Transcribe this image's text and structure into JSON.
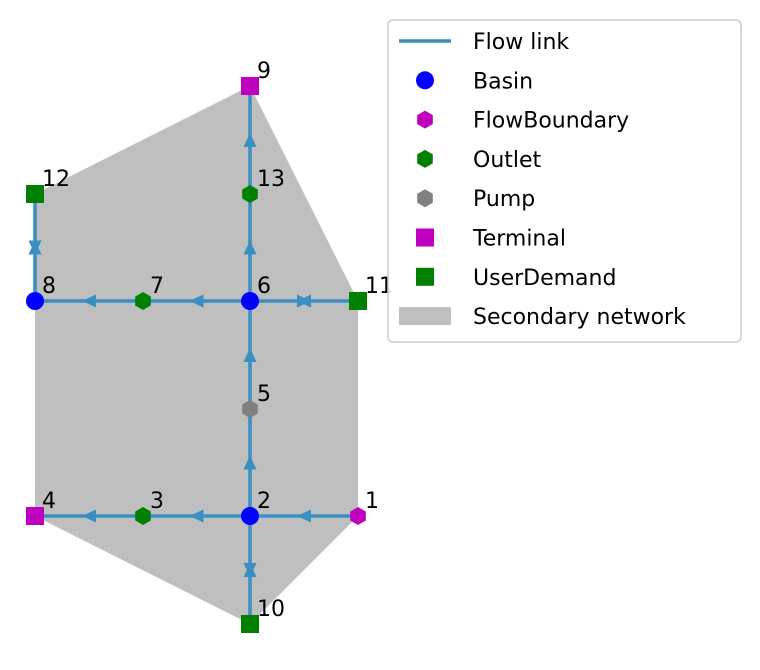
{
  "colors": {
    "flow_link": "#3a8fc2",
    "basin": "#0000ff",
    "flow_boundary": "#bf00bf",
    "outlet": "#008000",
    "pump": "#808080",
    "terminal": "#bf00bf",
    "user_demand": "#008000",
    "secondary_network": "#bfbfbf"
  },
  "nodes": [
    {
      "id": "1",
      "label": "1",
      "type": "FlowBoundary"
    },
    {
      "id": "2",
      "label": "2",
      "type": "Basin"
    },
    {
      "id": "3",
      "label": "3",
      "type": "Outlet"
    },
    {
      "id": "4",
      "label": "4",
      "type": "Terminal"
    },
    {
      "id": "5",
      "label": "5",
      "type": "Pump"
    },
    {
      "id": "6",
      "label": "6",
      "type": "Basin"
    },
    {
      "id": "7",
      "label": "7",
      "type": "Outlet"
    },
    {
      "id": "8",
      "label": "8",
      "type": "Basin"
    },
    {
      "id": "9",
      "label": "9",
      "type": "Terminal"
    },
    {
      "id": "10",
      "label": "10",
      "type": "UserDemand"
    },
    {
      "id": "11",
      "label": "11",
      "type": "UserDemand"
    },
    {
      "id": "12",
      "label": "12",
      "type": "UserDemand"
    },
    {
      "id": "13",
      "label": "13",
      "type": "Outlet"
    }
  ],
  "links": [
    {
      "from": "1",
      "to": "2",
      "kind": "flow"
    },
    {
      "from": "2",
      "to": "3",
      "kind": "flow"
    },
    {
      "from": "3",
      "to": "4",
      "kind": "flow"
    },
    {
      "from": "2",
      "to": "5",
      "kind": "flow"
    },
    {
      "from": "5",
      "to": "6",
      "kind": "flow"
    },
    {
      "from": "6",
      "to": "7",
      "kind": "flow"
    },
    {
      "from": "7",
      "to": "8",
      "kind": "flow"
    },
    {
      "from": "6",
      "to": "13",
      "kind": "flow"
    },
    {
      "from": "13",
      "to": "9",
      "kind": "flow"
    },
    {
      "from": "2",
      "to": "10",
      "kind": "bidirectional"
    },
    {
      "from": "6",
      "to": "11",
      "kind": "bidirectional"
    },
    {
      "from": "8",
      "to": "12",
      "kind": "bidirectional"
    }
  ],
  "secondary_network": [
    "9",
    "11",
    "1",
    "10",
    "4",
    "8",
    "12"
  ],
  "legend": {
    "items": [
      {
        "label": "Flow link",
        "symbol": "line",
        "color_key": "flow_link"
      },
      {
        "label": "Basin",
        "symbol": "circle",
        "color_key": "basin"
      },
      {
        "label": "FlowBoundary",
        "symbol": "hexagon",
        "color_key": "flow_boundary"
      },
      {
        "label": "Outlet",
        "symbol": "hexagon",
        "color_key": "outlet"
      },
      {
        "label": "Pump",
        "symbol": "hexagon",
        "color_key": "pump"
      },
      {
        "label": "Terminal",
        "symbol": "square",
        "color_key": "terminal"
      },
      {
        "label": "UserDemand",
        "symbol": "square",
        "color_key": "user_demand"
      },
      {
        "label": "Secondary network",
        "symbol": "patch",
        "color_key": "secondary_network"
      }
    ]
  }
}
